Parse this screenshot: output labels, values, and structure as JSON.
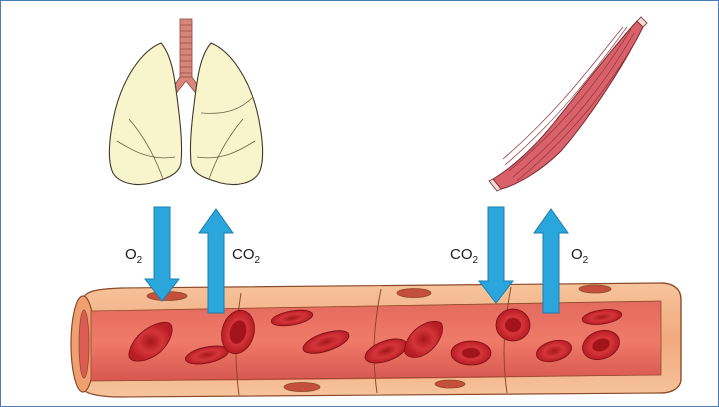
{
  "labels": {
    "lung_down": {
      "base": "O",
      "sub": "2"
    },
    "lung_up": {
      "base": "CO",
      "sub": "2"
    },
    "muscle_down": {
      "base": "CO",
      "sub": "2"
    },
    "muscle_up": {
      "base": "O",
      "sub": "2"
    }
  },
  "colors": {
    "arrow": "#2aa6dc",
    "arrow_stroke": "#1b7fb0",
    "lung_fill": "#f8f4cc",
    "trachea": "#d9867a",
    "muscle": "#d8616a",
    "vessel_outer": "#f5b889",
    "vessel_inner": "#dd5a55",
    "rbc": "#c9262b",
    "frame_border": "#4a7db5"
  },
  "icons": {
    "lungs": "lungs-icon",
    "muscle": "muscle-icon",
    "vessel": "blood-vessel-icon",
    "rbc": "red-blood-cell-icon"
  }
}
